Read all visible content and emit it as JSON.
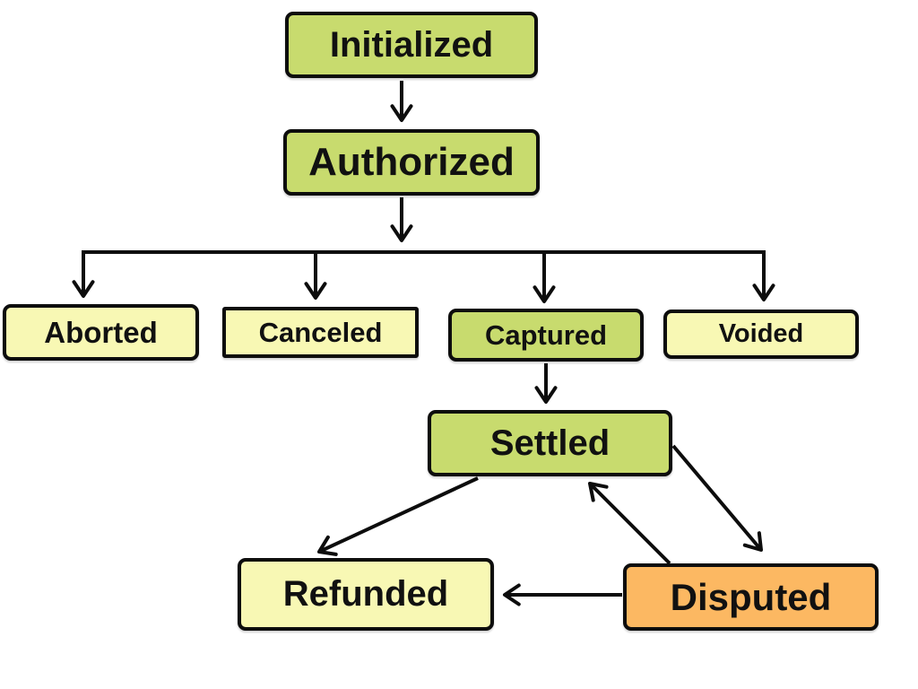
{
  "diagram": {
    "type": "flowchart",
    "background": "#ffffff",
    "palette": {
      "green": "#c8db6e",
      "yellow": "#f8f8b4",
      "orange": "#fcb862",
      "border": "#0d0d0d",
      "arrow": "#0d0d0d"
    },
    "nodes": {
      "initialized": {
        "label": "Initialized",
        "color": "#c8db6e"
      },
      "authorized": {
        "label": "Authorized",
        "color": "#c8db6e"
      },
      "aborted": {
        "label": "Aborted",
        "color": "#f8f8b4"
      },
      "canceled": {
        "label": "Canceled",
        "color": "#f8f8b4"
      },
      "captured": {
        "label": "Captured",
        "color": "#c8db6e"
      },
      "voided": {
        "label": "Voided",
        "color": "#f8f8b4"
      },
      "settled": {
        "label": "Settled",
        "color": "#c8db6e"
      },
      "refunded": {
        "label": "Refunded",
        "color": "#f8f8b4"
      },
      "disputed": {
        "label": "Disputed",
        "color": "#fcb862"
      }
    },
    "edges": [
      {
        "from": "initialized",
        "to": "authorized"
      },
      {
        "from": "authorized",
        "to": "aborted"
      },
      {
        "from": "authorized",
        "to": "canceled"
      },
      {
        "from": "authorized",
        "to": "captured"
      },
      {
        "from": "authorized",
        "to": "voided"
      },
      {
        "from": "captured",
        "to": "settled"
      },
      {
        "from": "settled",
        "to": "refunded"
      },
      {
        "from": "settled",
        "to": "disputed"
      },
      {
        "from": "disputed",
        "to": "settled"
      },
      {
        "from": "disputed",
        "to": "refunded"
      }
    ]
  }
}
